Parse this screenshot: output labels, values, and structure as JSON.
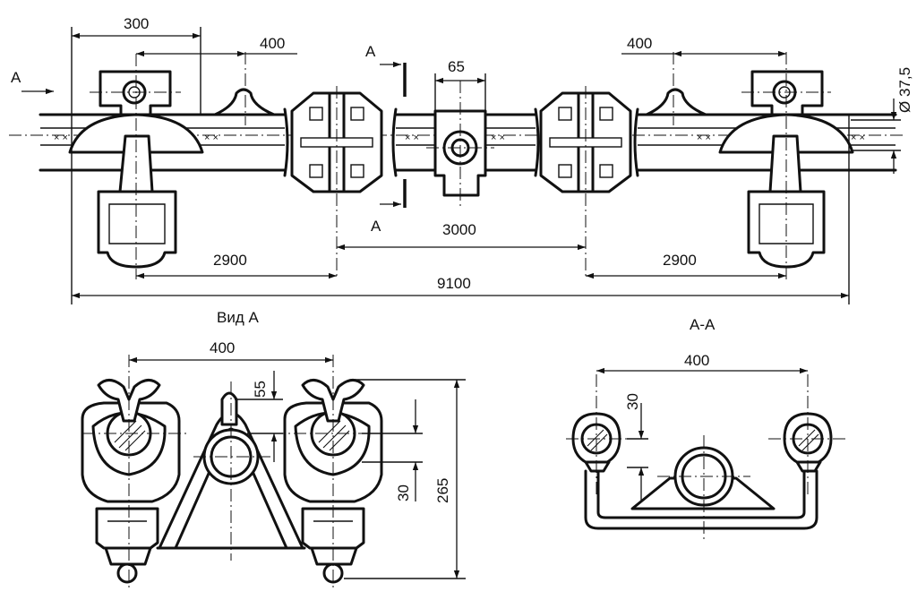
{
  "labels": {
    "dim_300": "300",
    "dim_400_top_left": "400",
    "dim_400_top_right": "400",
    "dim_65": "65",
    "dim_3000": "3000",
    "dim_2900_left": "2900",
    "dim_2900_right": "2900",
    "dim_9100": "9100",
    "dim_diameter": "Ø 37,5",
    "view_arrow": "A",
    "cut_top": "A",
    "cut_bottom": "A",
    "view_a_title": "Вид А",
    "section_title": "А-А",
    "view_a_dim_400": "400",
    "view_a_dim_55": "55",
    "view_a_dim_30": "30",
    "view_a_dim_265": "265",
    "section_dim_400": "400",
    "section_dim_30": "30"
  },
  "icons": [
    "arrow-right-icon",
    "dimension-arrow-icon",
    "hatch-pattern-icon"
  ],
  "colors": {
    "ink": "#111111",
    "paper": "#ffffff"
  }
}
